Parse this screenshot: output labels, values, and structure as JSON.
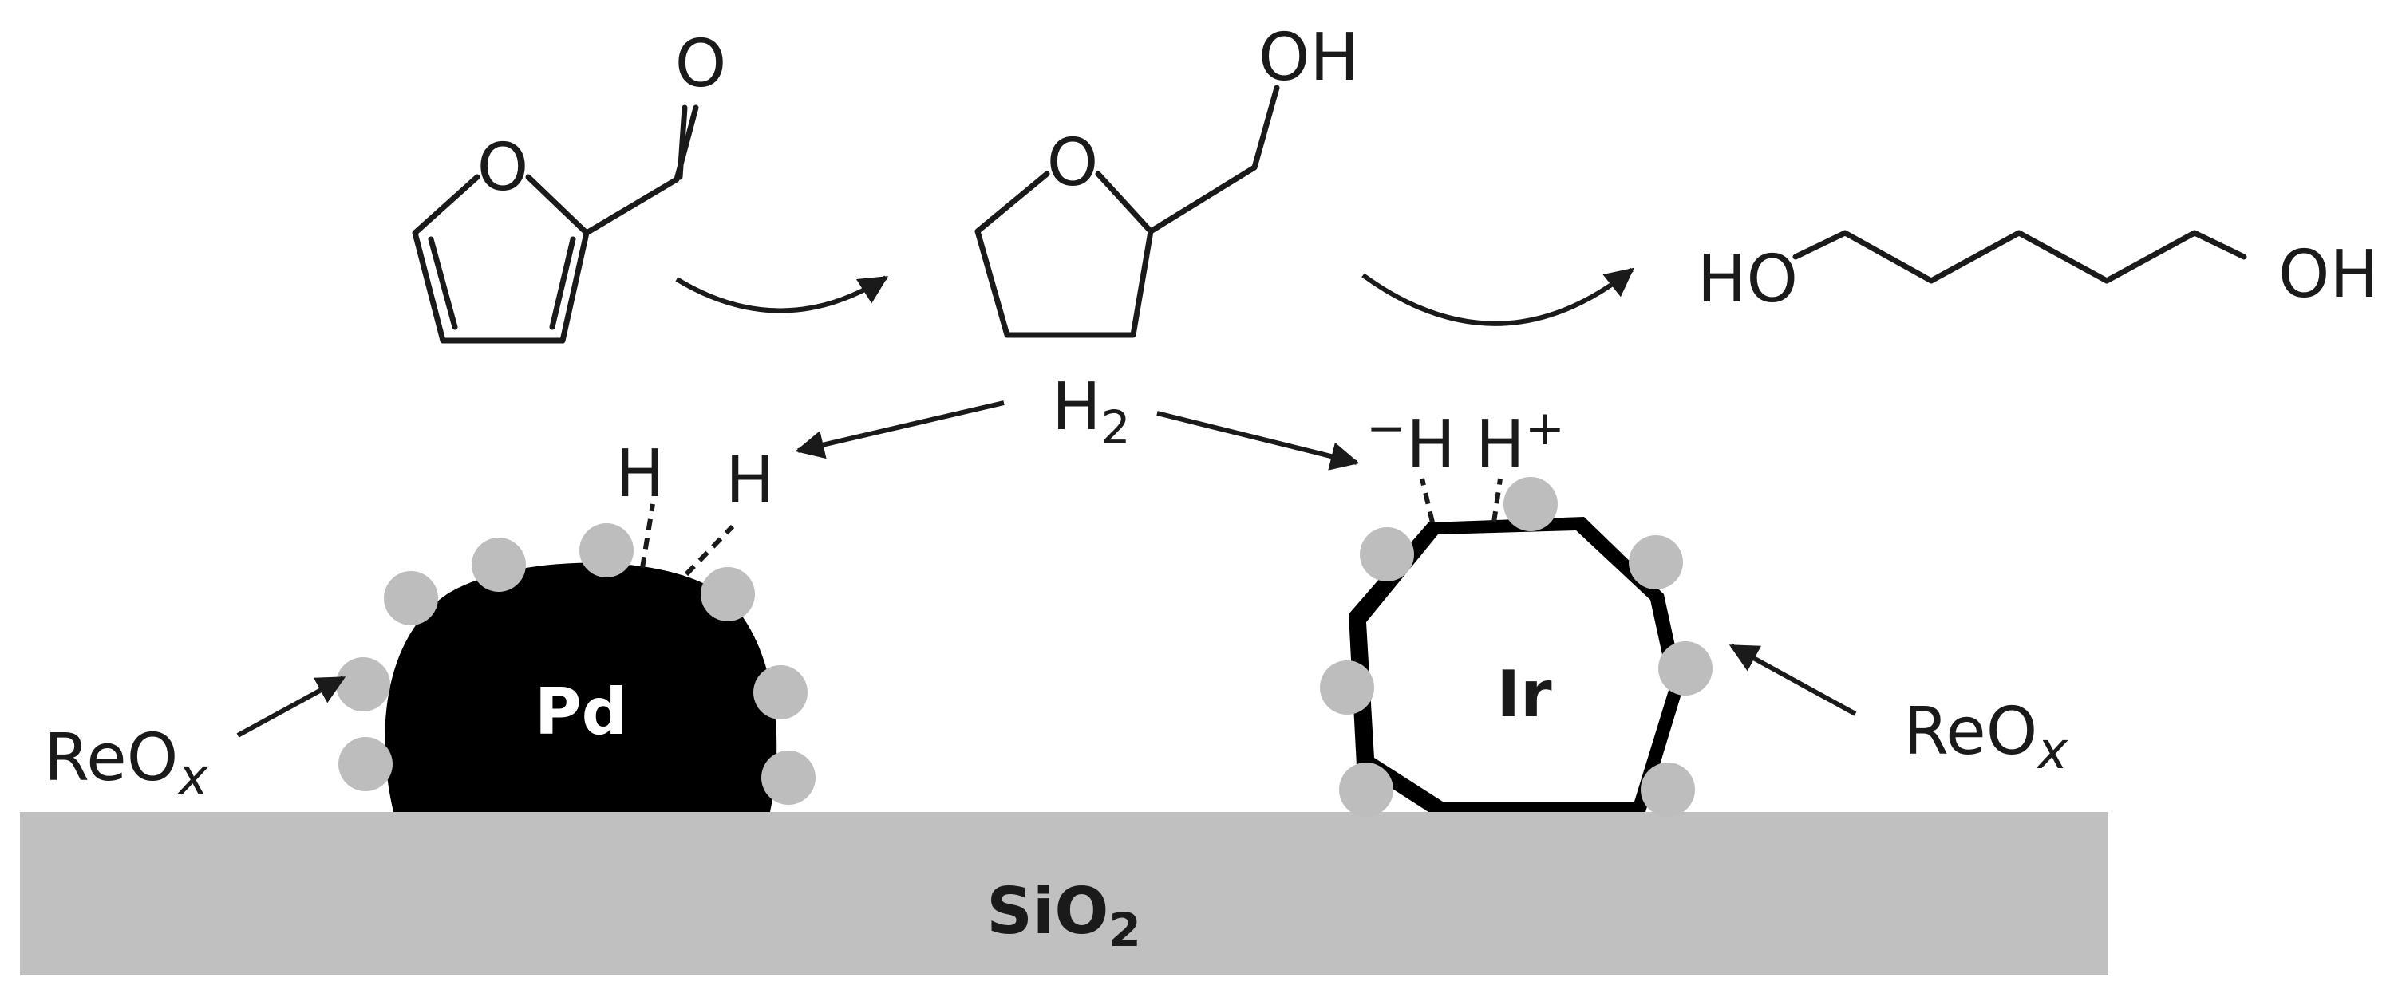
{
  "molecules": {
    "furfural": {
      "o_ring": "O",
      "o_carbonyl": "O"
    },
    "thfa": {
      "o_ring": "O",
      "oh": "OH"
    },
    "pentanediol": {
      "ho_left": "HO",
      "oh_right": "OH"
    }
  },
  "h2": {
    "main": "H",
    "sub": "2"
  },
  "pd_site": {
    "h1": "H",
    "h2": "H",
    "metal": "Pd"
  },
  "ir_site": {
    "hydride": "H",
    "hydride_charge": "−",
    "proton": "H",
    "proton_charge": "+",
    "metal": "Ir"
  },
  "reox_left": {
    "main": "ReO",
    "sub": "x"
  },
  "reox_right": {
    "main": "ReO",
    "sub": "x"
  },
  "support": {
    "main": "SiO",
    "sub": "2"
  },
  "colors": {
    "support": "#c0c0c0",
    "reox_dot": "#bdbdbd",
    "metal_pd": "#000000",
    "ink": "#1a1a1a"
  }
}
